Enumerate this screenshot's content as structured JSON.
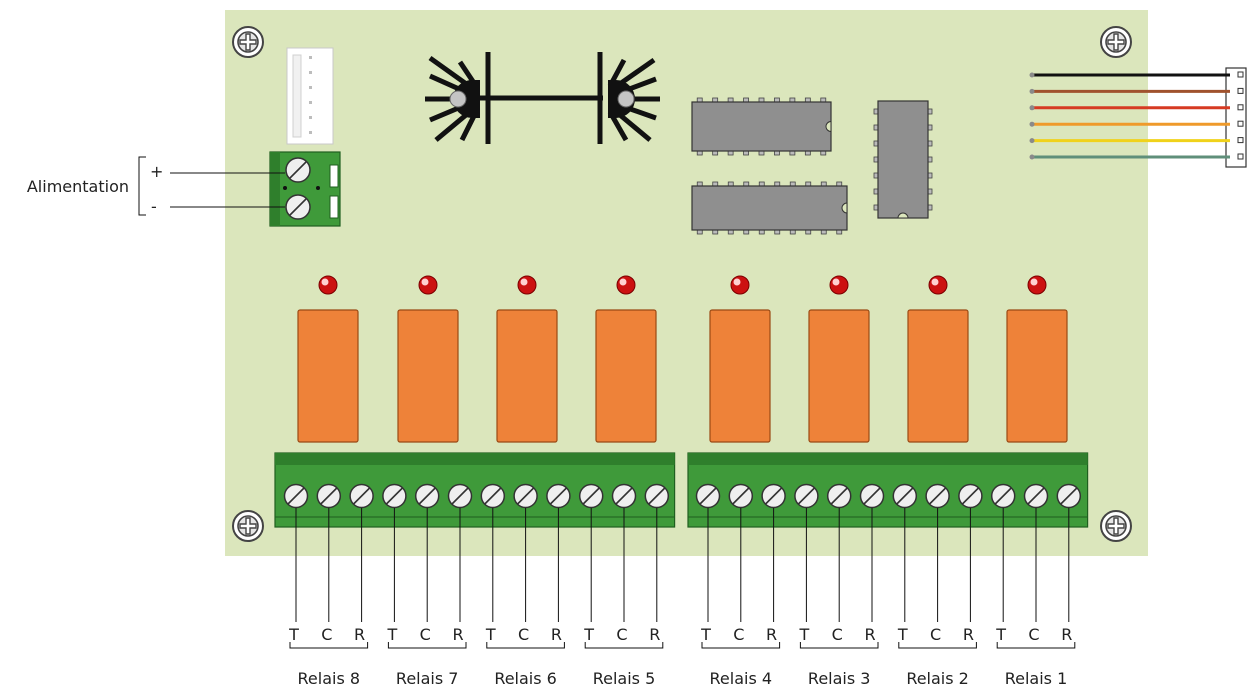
{
  "power": {
    "label": "Alimentation",
    "plus": "+",
    "minus": "-"
  },
  "relays": [
    {
      "name": "Relais 8",
      "pins": [
        "T",
        "C",
        "R"
      ]
    },
    {
      "name": "Relais 7",
      "pins": [
        "T",
        "C",
        "R"
      ]
    },
    {
      "name": "Relais 6",
      "pins": [
        "T",
        "C",
        "R"
      ]
    },
    {
      "name": "Relais 5",
      "pins": [
        "T",
        "C",
        "R"
      ]
    },
    {
      "name": "Relais 4",
      "pins": [
        "T",
        "C",
        "R"
      ]
    },
    {
      "name": "Relais 3",
      "pins": [
        "T",
        "C",
        "R"
      ]
    },
    {
      "name": "Relais 2",
      "pins": [
        "T",
        "C",
        "R"
      ]
    },
    {
      "name": "Relais 1",
      "pins": [
        "T",
        "C",
        "R"
      ]
    }
  ],
  "ribbon_wire_colors": [
    "#111111",
    "#a0522d",
    "#d63a22",
    "#ef9a2a",
    "#f0d21a",
    "#5f8f7a"
  ],
  "colors": {
    "board": "#dbe6bc",
    "relay": "#ee8239",
    "terminal": "#3f9a3a",
    "ic": "#8f8f8f",
    "led": "#cc1111"
  }
}
